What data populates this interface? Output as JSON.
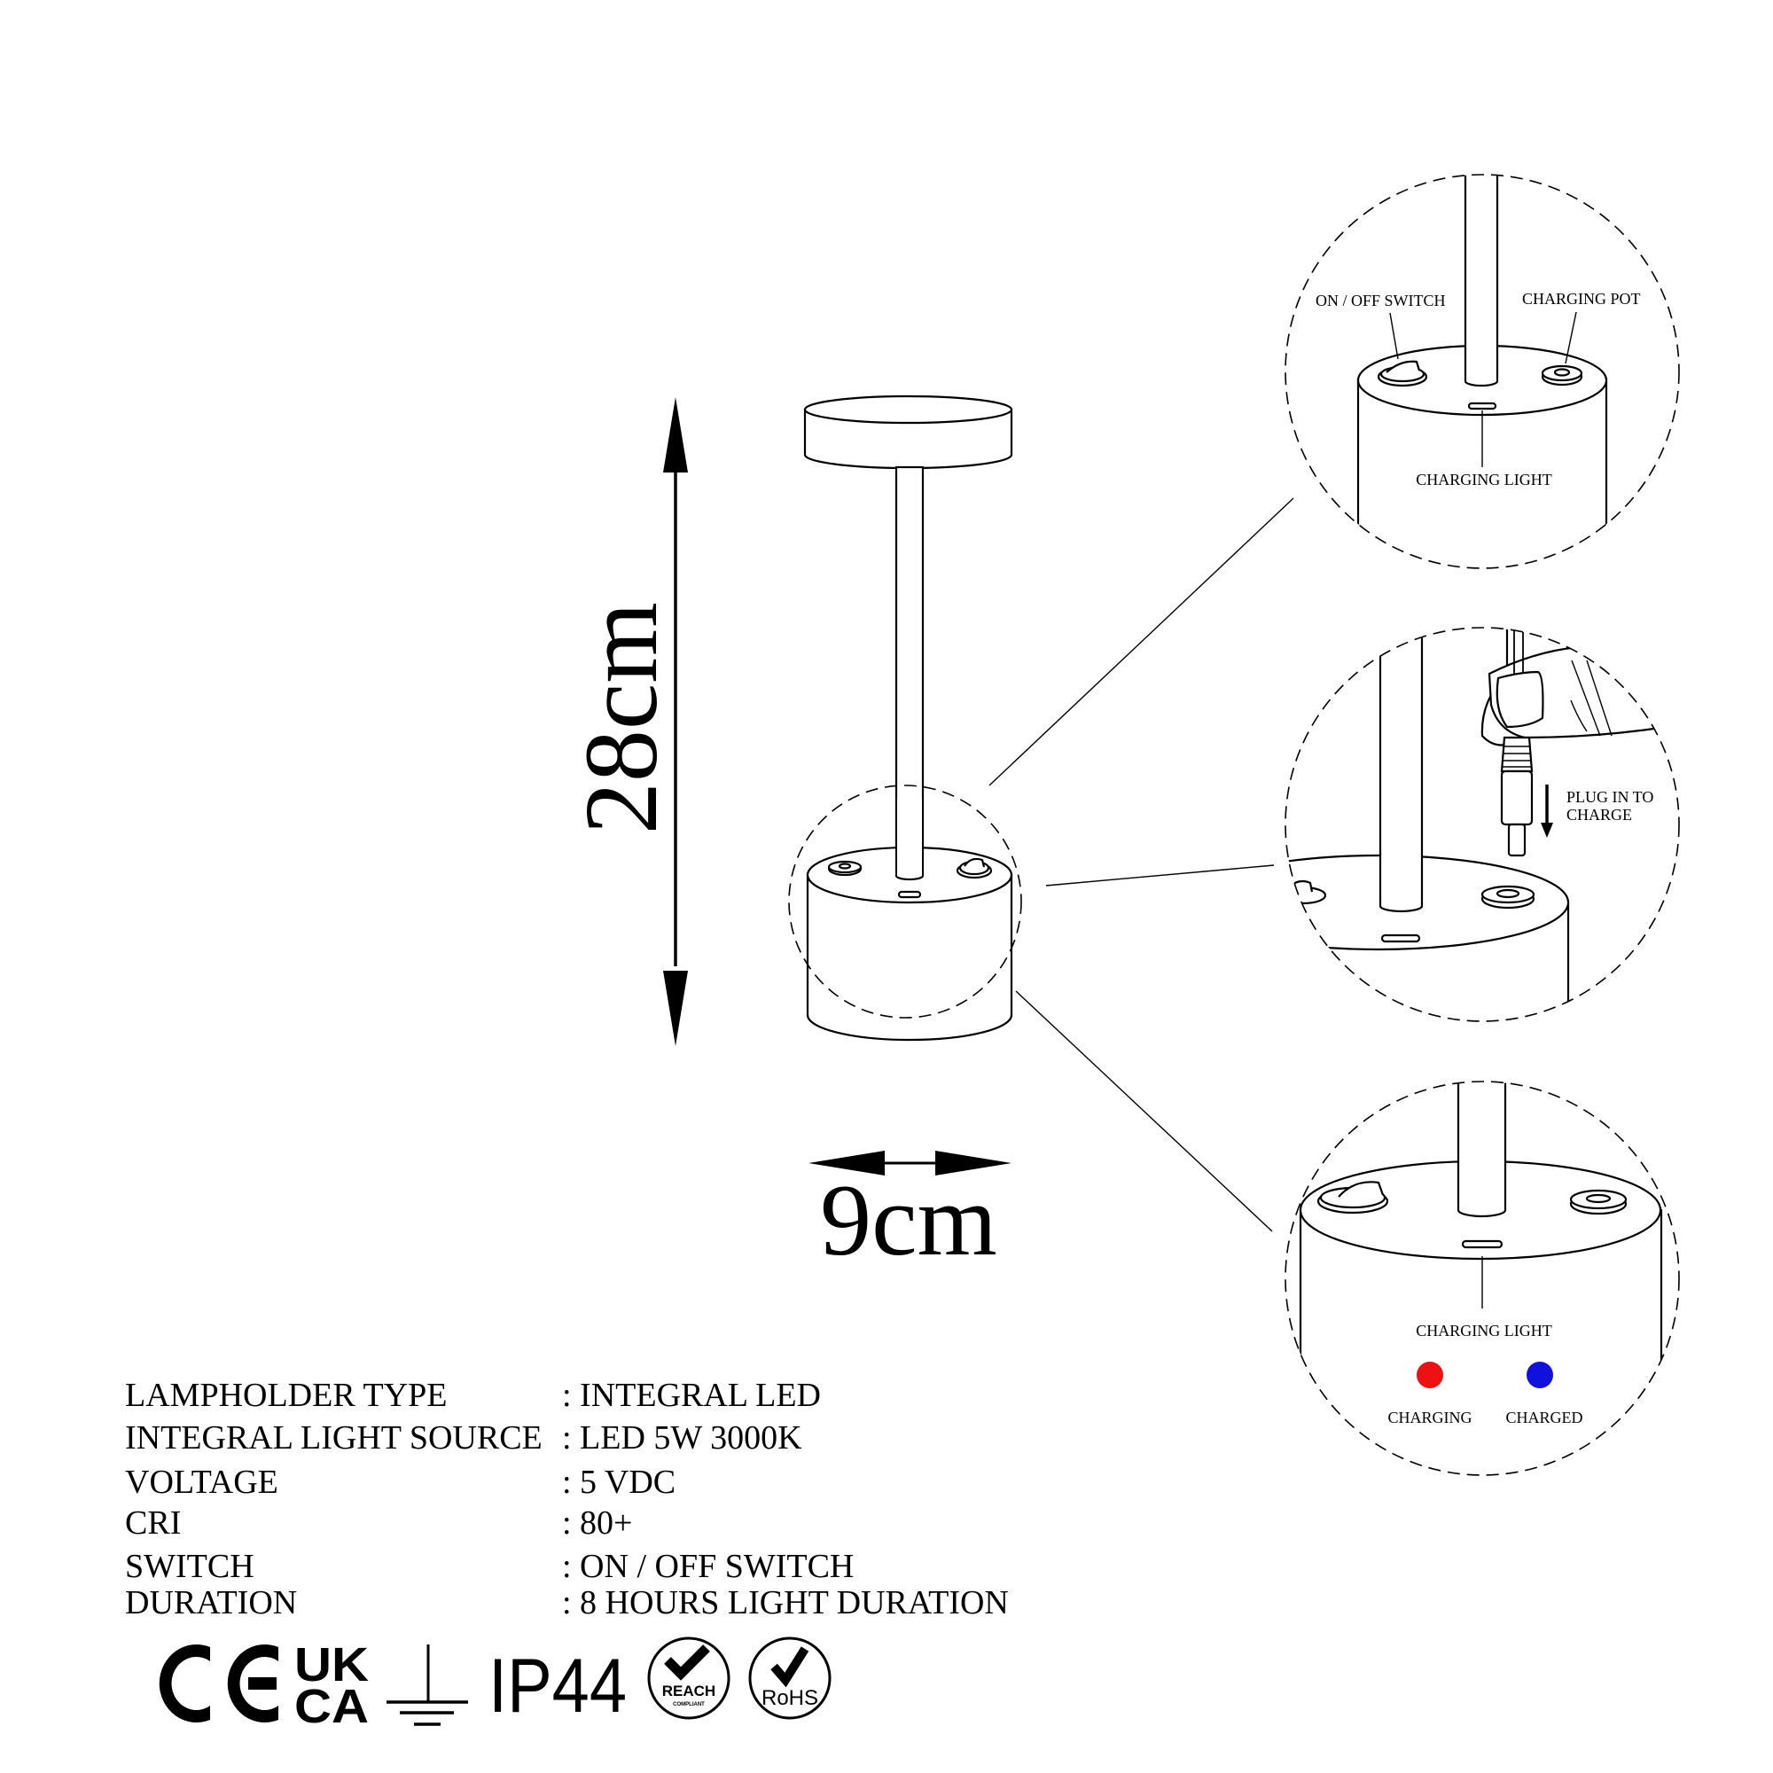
{
  "dimensions": {
    "height_label": "28cm",
    "width_label": "9cm"
  },
  "detail_top": {
    "switch_label": "ON / OFF SWITCH",
    "port_label": "CHARGING POT",
    "light_label": "CHARGING LIGHT"
  },
  "detail_middle": {
    "instruction_line1": "PLUG IN TO",
    "instruction_line2": "CHARGE"
  },
  "detail_bottom": {
    "light_label": "CHARGING LIGHT",
    "indicators": [
      {
        "label": "CHARGING",
        "color": "#ee1111"
      },
      {
        "label": "CHARGED",
        "color": "#1111dd"
      }
    ]
  },
  "specs": [
    {
      "label": "LAMPHOLDER TYPE",
      "value": ": INTEGRAL LED"
    },
    {
      "label": "INTEGRAL LIGHT SOURCE",
      "value": ": LED 5W 3000K"
    },
    {
      "label": "VOLTAGE",
      "value": ": 5 VDC"
    },
    {
      "label": "CRI",
      "value": ": 80+"
    },
    {
      "label": "SWITCH",
      "value": ": ON / OFF SWITCH"
    },
    {
      "label": "DURATION",
      "value": ": 8 HOURS LIGHT DURATION"
    }
  ],
  "certifications": {
    "ce": "CE",
    "ukca_line1": "UK",
    "ukca_line2": "CA",
    "ip_rating": "IP44",
    "reach": "REACH",
    "reach_sub": "COMPLIANT",
    "rohs": "RoHS"
  }
}
